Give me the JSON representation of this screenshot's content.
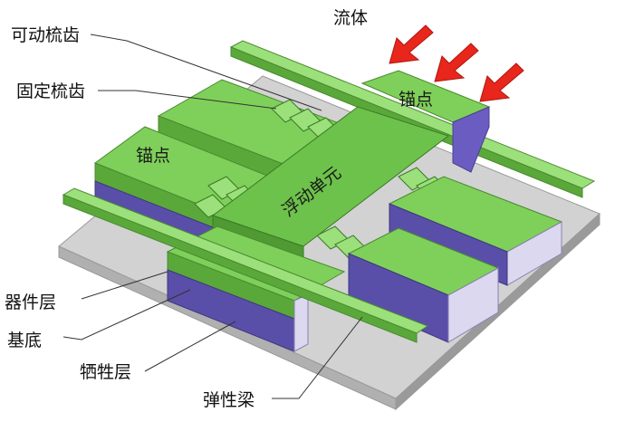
{
  "labels": {
    "movable_comb": "可动梳齿",
    "fixed_comb": "固定梳齿",
    "fluid": "流体",
    "anchor_top": "锚点",
    "anchor_left": "锚点",
    "floating_unit": "浮动单元",
    "device_layer": "器件层",
    "substrate": "基底",
    "sacrificial_layer": "牺牲层",
    "elastic_beam": "弹性梁"
  },
  "colors": {
    "green": "#6dc24b",
    "green_light": "#9be07a",
    "purple": "#5a4fa8",
    "purple_light": "#d8d4ee",
    "substrate": "#c8c8c8",
    "arrow": "#e8261c"
  }
}
